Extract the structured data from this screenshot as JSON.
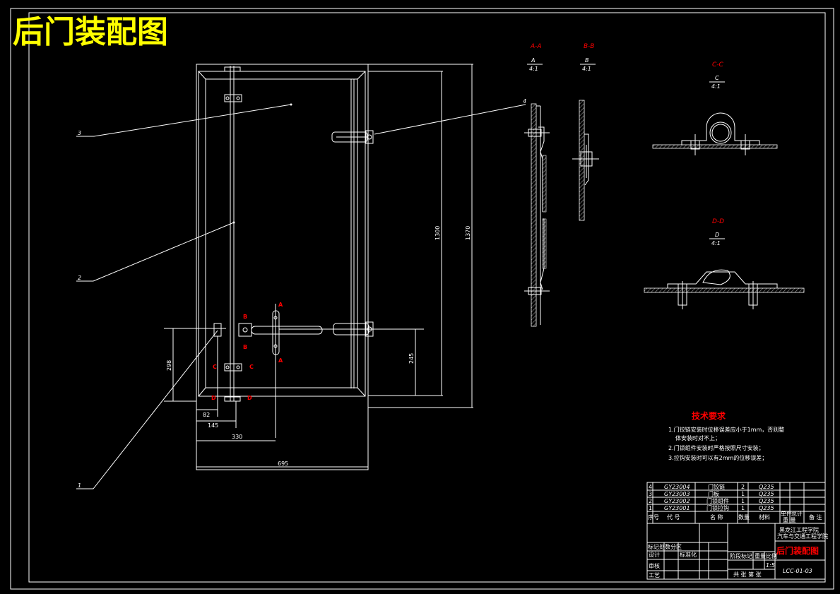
{
  "drawing": {
    "title": "后门装配图",
    "sections": {
      "aa_label": "A-A",
      "aa_name": "A",
      "aa_scale": "4:1",
      "bb_label": "B-B",
      "bb_name": "B",
      "bb_scale": "4:1",
      "cc_label": "C-C",
      "cc_name": "C",
      "cc_scale": "4:1",
      "dd_label": "D-D",
      "dd_name": "D",
      "dd_scale": "4:1"
    },
    "balloons": {
      "b1": "1",
      "b2": "2",
      "b3": "3",
      "b4": "4"
    },
    "dimensions": {
      "d1300": "1300",
      "d1370": "1370",
      "d298": "298",
      "d245": "245",
      "d82": "82",
      "d145": "145",
      "d330": "330",
      "d695": "695"
    },
    "view_marks": {
      "a": "A",
      "b": "B",
      "c": "C",
      "d": "D"
    },
    "tech_req": {
      "title": "技术要求",
      "line1": "1.门铰链安装时位移误差应小于1mm，否则整",
      "line2": "体安装时对不上；",
      "line3": "2.门锁组件安装时严格按照尺寸安装；",
      "line4": "3.拉钩安装时可以有2mm的位移误差；"
    },
    "bom": [
      {
        "no": "4",
        "code": "GY23004",
        "name": "门铰链",
        "qty": "2",
        "mat": "Q235"
      },
      {
        "no": "3",
        "code": "GY23003",
        "name": "门板",
        "qty": "1",
        "mat": "Q235"
      },
      {
        "no": "2",
        "code": "GY23002",
        "name": "门锁组件",
        "qty": "1",
        "mat": "Q235"
      },
      {
        "no": "1",
        "code": "GY23001",
        "name": "门锁拉钩",
        "qty": "1",
        "mat": "Q235"
      }
    ],
    "bom_header": {
      "no": "序号",
      "code": "代  号",
      "name": "名  称",
      "qty": "数量",
      "mat": "材料",
      "unit_weight": "单件",
      "total_weight": "总计",
      "weight": "重  量",
      "note": "备  注"
    },
    "title_block": {
      "school": "黑龙江工程学院",
      "dept": "汽车与交通工程学院",
      "drawing_title": "后门装配图",
      "drawing_no": "LCC-01-03",
      "scale": "1:5",
      "sheet_info": "共  张  第  张",
      "row1": "标记处数分区",
      "row2": "设计",
      "row3": "审核",
      "row4": "工艺",
      "stage_mark": "阶段标记",
      "weight": "重量",
      "ratio": "比例",
      "std": "标准化"
    }
  }
}
